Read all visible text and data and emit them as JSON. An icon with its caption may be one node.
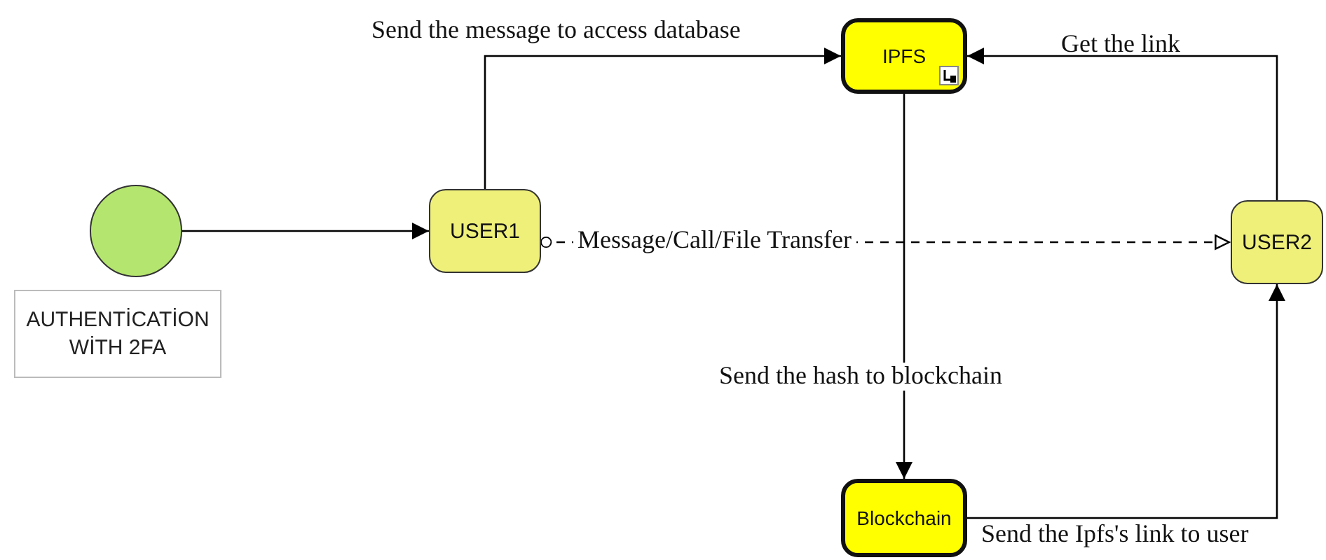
{
  "diagram": {
    "nodes": [
      {
        "text": [],
        "shape": "circle"
      },
      {
        "text": [
          "AUTHENTİCATİON WİTH 2FA"
        ]
      },
      {
        "text": [
          "USER1"
        ]
      },
      {
        "text": [
          "IPFS"
        ]
      },
      {
        "text": [
          "USER2"
        ]
      },
      {
        "text": [
          "Blockchain"
        ]
      }
    ],
    "edges": [
      {
        "from": 0,
        "to": 2,
        "arrow": "to"
      },
      {
        "from": 2,
        "to": 3,
        "arrow": "to",
        "label": "Send the message to access database"
      },
      {
        "from": 2,
        "to": 4,
        "arrow": "to",
        "style": "dashed",
        "label": "Message/Call/File Transfer"
      },
      {
        "from": 4,
        "to": 3,
        "arrow": "to",
        "label": "Get the link"
      },
      {
        "from": 3,
        "to": 5,
        "arrow": "to",
        "label": "Send the hash to blockchain"
      },
      {
        "from": 5,
        "to": 4,
        "arrow": "to",
        "label": "Send the Ipfs's link to user"
      }
    ]
  }
}
